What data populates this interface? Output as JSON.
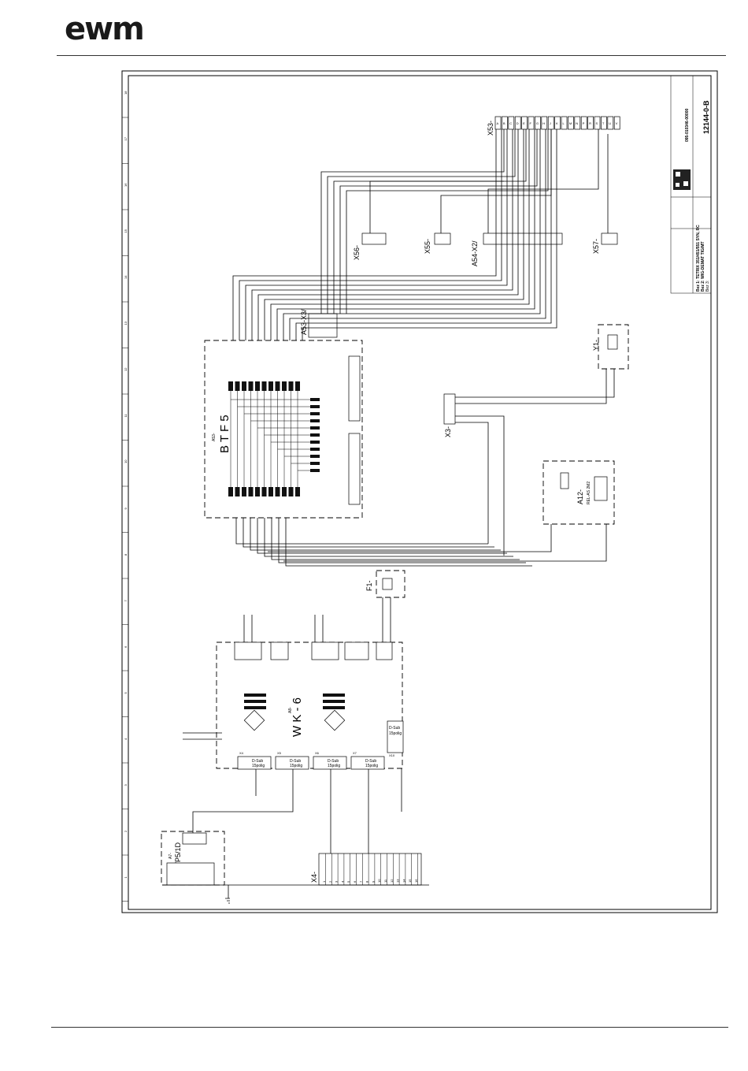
{
  "header": {
    "logo_text": "ewm"
  },
  "title_block": {
    "drawing_number": "12144-0-B",
    "document_number": "095-010346-00000",
    "line1": "Bez 1: TETRIX 351/451/551 SYN, RC",
    "line2": "Bez 2: WIG-DEMAT TIG/MT",
    "line3": "Bez 3:"
  },
  "components": {
    "wk6": {
      "prefix": "A8-",
      "label": "W K - 6"
    },
    "btf5": {
      "prefix": "A53-",
      "label": "B T F 5"
    },
    "vp51d": {
      "prefix": "A7-",
      "label": "VP5/1D"
    },
    "rel_as": {
      "prefix": "A12-",
      "label": "REL-AS 2M2"
    },
    "f1": {
      "label": "F1-"
    },
    "y1": {
      "label": "Y1-"
    },
    "x3": {
      "label": "X3-"
    },
    "x4": {
      "label": "X4-"
    },
    "x53": {
      "label": "X53-"
    },
    "x54": {
      "label": "A54-X2/"
    },
    "x55": {
      "label": "X55-"
    },
    "x56": {
      "label": "X56-"
    },
    "x57": {
      "label": "X57-"
    },
    "a53x3": {
      "label": "A53-X3/"
    }
  },
  "dsub": [
    {
      "name": "X4",
      "line1": "D-Sub",
      "line2": "15polig"
    },
    {
      "name": "X5",
      "line1": "D-Sub",
      "line2": "15polig"
    },
    {
      "name": "X6",
      "line1": "D-Sub",
      "line2": "15polig"
    },
    {
      "name": "X7",
      "line1": "D-Sub",
      "line2": "15polig"
    },
    {
      "name": "X10",
      "line1": "D-Sub",
      "line2": "15polig"
    }
  ],
  "x53_pins": [
    "A",
    "B",
    "C",
    "D",
    "E",
    "F",
    "G",
    "H",
    "J",
    "K",
    "L",
    "M",
    "N",
    "P",
    "R",
    "S",
    "T",
    "U",
    "V"
  ],
  "x4_pins": [
    "1",
    "2",
    "3",
    "4",
    "5",
    "6",
    "7",
    "8",
    "9",
    "10",
    "11",
    "12",
    "13",
    "14",
    "15",
    "16"
  ],
  "grid_top": [
    "18",
    "17",
    "16",
    "15",
    "14",
    "13",
    "12",
    "11",
    "10",
    "9",
    "8",
    "7",
    "6",
    "5",
    "4",
    "3",
    "2",
    "1"
  ]
}
